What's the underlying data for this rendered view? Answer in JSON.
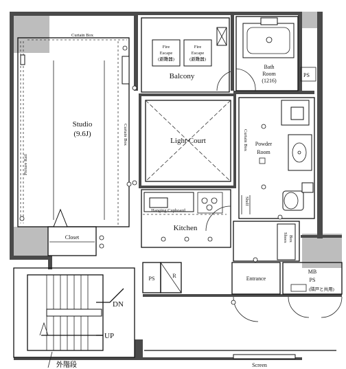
{
  "rooms": {
    "studio_name": "Studio",
    "studio_size": "(9.6J)",
    "balcony": "Balcony",
    "light_court": "Light Court",
    "bath_line1": "Bath",
    "bath_line2": "Room",
    "bath_size": "(1216)",
    "powder_line1": "Powder",
    "powder_line2": "Room",
    "kitchen": "Kitchen",
    "closet": "Closet",
    "entrance": "Entrance",
    "shoes": "Shoes",
    "shoes_sub": "Box",
    "mb": "MB",
    "ps_mb": "PS",
    "mb_note": "(隣戸と共用)"
  },
  "labels": {
    "curtain_box_top": "Curtain Box",
    "curtain_box_side": "Curtain Box",
    "curtain_box_powder": "Curtain Box",
    "picture_rail": "Picture Rail",
    "fire_escape_1": "Fire",
    "fire_escape_1b": "Escape",
    "fire_escape_1c": "(避難器)",
    "fire_escape_2": "Fire",
    "fire_escape_2b": "Escape",
    "fire_escape_2c": "(避難器)",
    "hanging_cupboard": "Hanging Cupboard",
    "shelf": "Shelf",
    "ps_right": "PS",
    "ps_kitchen": "PS",
    "r_label": "R",
    "dn": "DN",
    "up": "UP",
    "outer_stair": "外階段",
    "screen": "Screen"
  }
}
